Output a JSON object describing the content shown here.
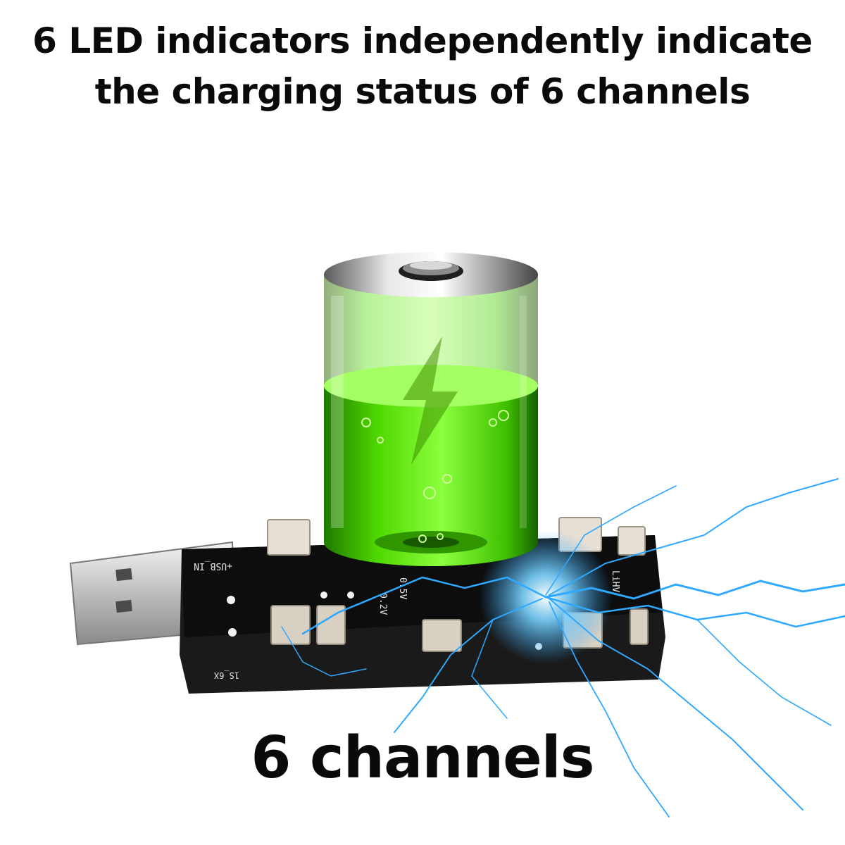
{
  "headline": {
    "line1": "6 LED indicators independently indicate",
    "line2": "the charging status of 6 channels"
  },
  "caption": "6 channels",
  "board_labels": {
    "usb_in": "+USB_IN",
    "v1": "0.2V",
    "v2": "0.5V",
    "model": "1S_6X",
    "lipo": "LiHV"
  },
  "colors": {
    "text": "#0a0a0a",
    "battery_green": "#5ee81c",
    "board": "#151515",
    "lightning": "#2fa8ff"
  }
}
